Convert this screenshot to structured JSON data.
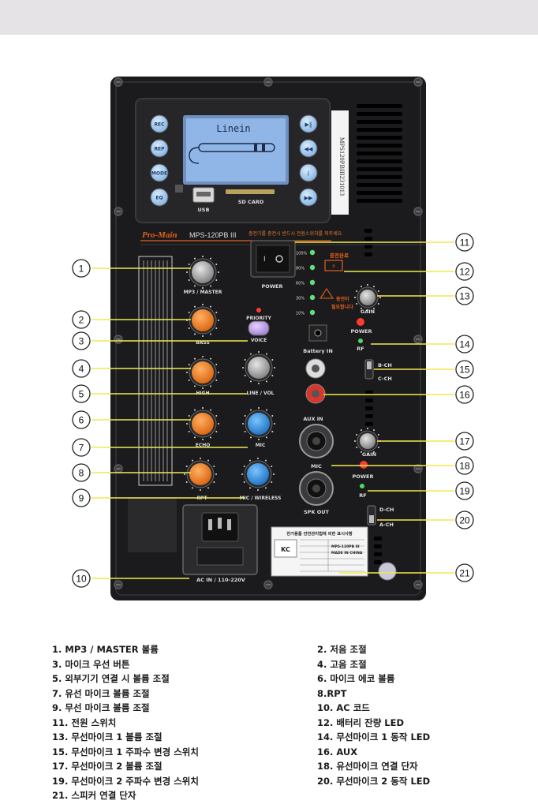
{
  "panel": {
    "brand": "Pro-Main",
    "model": "MPS-120PB III",
    "warning": "충전기를 충전시 반드시 전원스위치를 꺼주세요.",
    "serial": "MPS120PBIII231013",
    "mp3_buttons": [
      "REC",
      "REP",
      "MODE",
      "EQ"
    ],
    "mp3_right_buttons": [
      "play-pause-icon",
      "previous-icon",
      "bluetooth-icon",
      "next-icon"
    ],
    "display_text": "Linein",
    "usb_label": "USB",
    "sd_label": "SD CARD",
    "power_label": "POWER",
    "battery_levels": [
      "100%",
      "80%",
      "60%",
      "30%",
      "10%"
    ],
    "charge_done": "충전완료",
    "charge_need": "충전이\n필요합니다",
    "battery_in": "Battery IN",
    "knob_labels": {
      "mp3_master": "MP3 / MASTER",
      "bass": "BASS",
      "priority": "PRIORITY",
      "voice": "VOICE",
      "high": "HIGH",
      "line_vol": "LINE / VOL",
      "echo": "ECHO",
      "mic": "MIC",
      "rpt": "RPT",
      "mic_wireless": "MIC / WIRELESS"
    },
    "aux_in": "AUX IN",
    "mic_jack": "MIC",
    "spk_out": "SPK OUT",
    "gain": "GAIN",
    "rf_power": "POWER",
    "rf": "RF",
    "b_ch": "B-CH",
    "c_ch": "C-CH",
    "d_ch": "D-CH",
    "a_ch": "A-CH",
    "ac_in": "AC IN / 110-220V",
    "safety_title": "전기용품 안전관리법에 의한 표시사항",
    "safety_model": "MPS-120PB III",
    "safety_made": "MADE IN CHINA",
    "kc_mark": "KC"
  },
  "callouts": [
    "1",
    "2",
    "3",
    "4",
    "5",
    "6",
    "7",
    "8",
    "9",
    "10",
    "11",
    "12",
    "13",
    "14",
    "15",
    "16",
    "17",
    "18",
    "19",
    "20",
    "21"
  ],
  "legend": [
    "1. MP3 / MASTER 볼륨",
    "2. 저음 조절",
    "3. 마이크 우선 버튼",
    "4. 고음 조절",
    "5. 외부기기 연결 시 볼륨 조절",
    "6. 마이크 에코 볼륨",
    "7. 유선 마이크 볼륨 조절",
    "8.RPT",
    "9. 무선 마이크 볼륨 조절",
    "10. AC 코드",
    "11. 전원 스위치",
    "12. 배터리 잔량 LED",
    "13. 무선마이크 1 볼륨 조절",
    "14. 무선마이크 1 동작 LED",
    "15. 무선마이크 1 주파수 변경 스위치",
    "16. AUX",
    "17. 무선마이크 2 볼륨 조절",
    "18. 유선마이크 연결 단자",
    "19. 무선마이크 2 주파수 변경 스위치",
    "20. 무선마이크 2 동작 LED",
    "21. 스피커 연결 단자"
  ],
  "colors": {
    "panel": "#1b1b1d",
    "callout_line": "#f2e94e",
    "orange_knob": "#f07a1c",
    "blue_knob": "#2a86d6",
    "lcd": "#8fb6e6"
  }
}
